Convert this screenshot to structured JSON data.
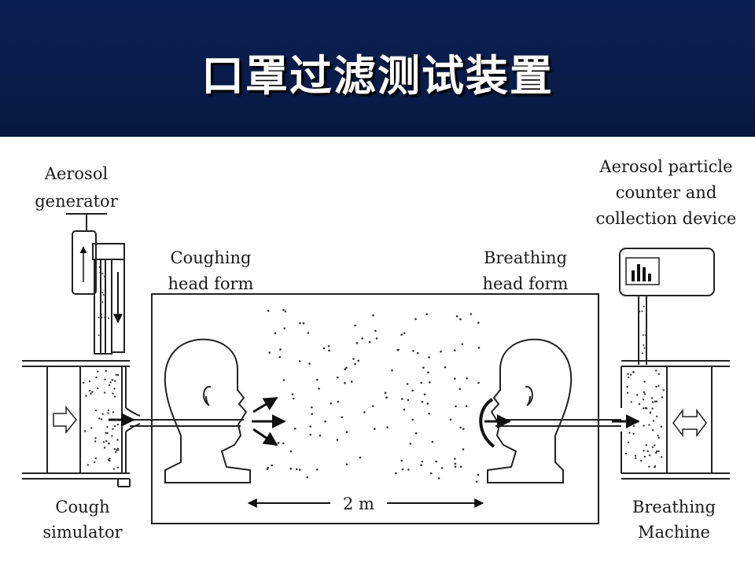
{
  "slide": {
    "title": "口罩过滤测试装置"
  },
  "diagram": {
    "labels": {
      "aerosol_generator": [
        "Aerosol",
        "generator"
      ],
      "coughing_head_form": [
        "Coughing",
        "head form"
      ],
      "breathing_head_form": [
        "Breathing",
        "head form"
      ],
      "particle_counter": [
        "Aerosol particle",
        "counter and",
        "collection device"
      ],
      "cough_simulator": [
        "Cough",
        "simulator"
      ],
      "breathing_machine": [
        "Breathing",
        "Machine"
      ],
      "distance": "2 m"
    }
  }
}
